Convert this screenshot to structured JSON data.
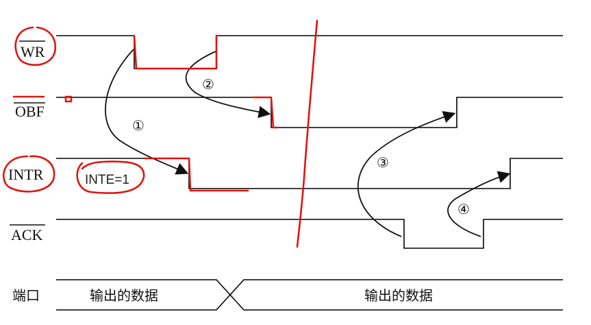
{
  "signals": {
    "wr": "WR",
    "obf": "OBF",
    "intr": "INTR",
    "ack": "ACK",
    "port": "端口"
  },
  "steps": [
    "①",
    "②",
    "③",
    "④"
  ],
  "port_data": {
    "left": "输出的数据",
    "right": "输出的数据"
  },
  "annotation": {
    "inte": "INTE=1"
  },
  "colors": {
    "wave": "#000000",
    "ink": "#e0140f"
  }
}
